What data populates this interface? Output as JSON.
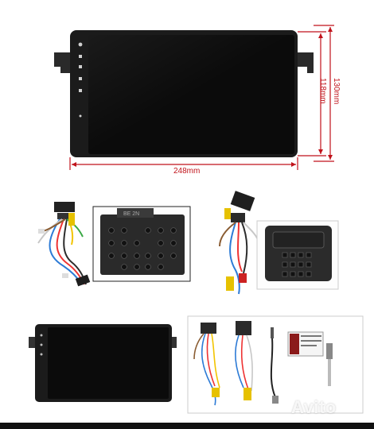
{
  "dimensions": {
    "width": "248mm",
    "height_inner": "118mm",
    "height_outer": "130mm"
  },
  "connector_label": "BE 2N",
  "watermark": {
    "brand": "Avito"
  },
  "colors": {
    "dimension": "#c0121a",
    "screen": "#0b0b0b",
    "bezel": "#1b1b1b"
  }
}
